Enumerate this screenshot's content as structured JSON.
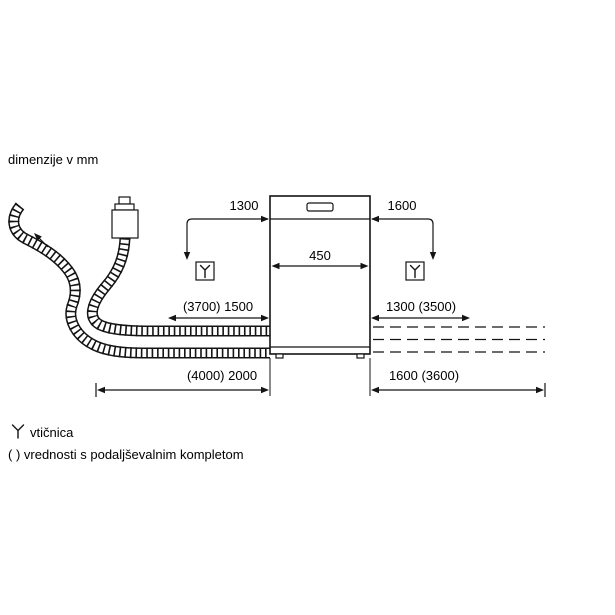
{
  "title": "dimenzije v mm",
  "dimensions": {
    "cord_left": "1300",
    "cord_right": "1600",
    "appliance_width": "450",
    "inlet_side": "(3700) 1500",
    "drain_side": "1300 (3500)",
    "inlet_bottom": "(4000) 2000",
    "drain_bottom": "1600 (3600)"
  },
  "legend": {
    "socket": "vtičnica",
    "note": "( ) vrednosti s podaljševalnim kompletom"
  },
  "colors": {
    "line": "#141414",
    "background": "#ffffff",
    "text": "#000000"
  }
}
